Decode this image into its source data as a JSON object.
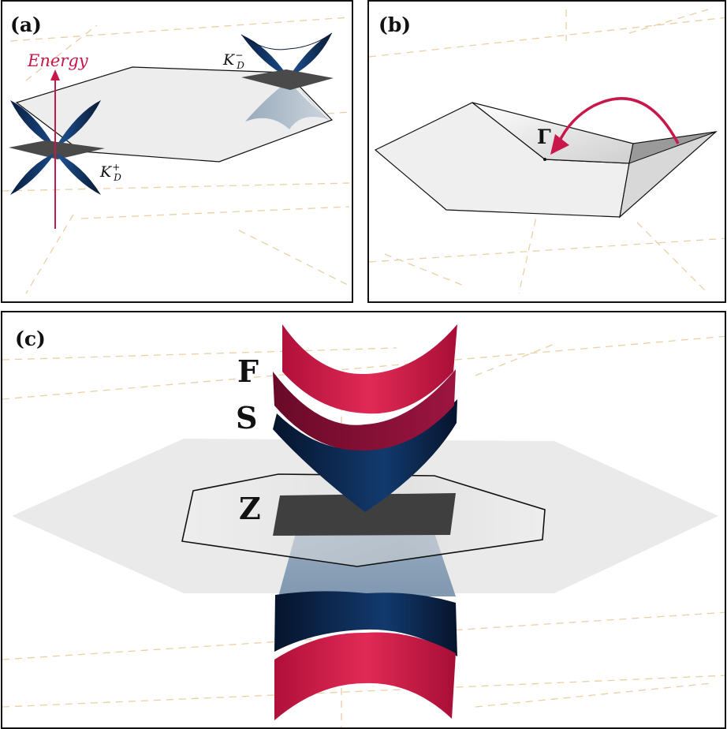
{
  "panels": {
    "a": {
      "label": "(a)",
      "energy_axis_label": "Energy",
      "valley_plus": {
        "base": "K",
        "sub": "D",
        "sup": "+"
      },
      "valley_minus": {
        "base": "K",
        "sub": "D",
        "sup": "−"
      }
    },
    "b": {
      "label": "(b)",
      "gamma_label": "Γ"
    },
    "c": {
      "label": "(c)",
      "band_f": "F",
      "band_s": "S",
      "band_z": "Z"
    }
  },
  "colors": {
    "accent_red": "#c8174a",
    "band_blue": "#0d2a55",
    "band_red": "#d21a45",
    "plane_grey": "#555555",
    "bz_fill": "#eeeeee"
  }
}
